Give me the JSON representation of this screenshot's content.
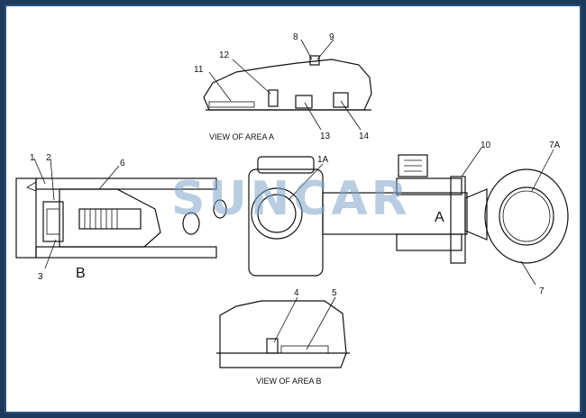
{
  "diagram": {
    "captions": {
      "area_a": "VIEW OF AREA A",
      "area_b": "VIEW OF AREA B"
    },
    "labels": {
      "l1": "1",
      "l2": "2",
      "l3": "3",
      "l4": "4",
      "l5": "5",
      "l6": "6",
      "l7": "7",
      "l7a": "7A",
      "l8": "8",
      "l9": "9",
      "l10": "10",
      "l11": "11",
      "l12": "12",
      "l13": "13",
      "l14": "14",
      "l1a": "1A",
      "area_a_marker": "A",
      "area_b_marker": "B"
    },
    "watermark": "SUNCAR"
  },
  "colors": {
    "background": "#1d3a5c",
    "frame_border": "#2b4f7a",
    "watermark": "#7fa6c9"
  }
}
